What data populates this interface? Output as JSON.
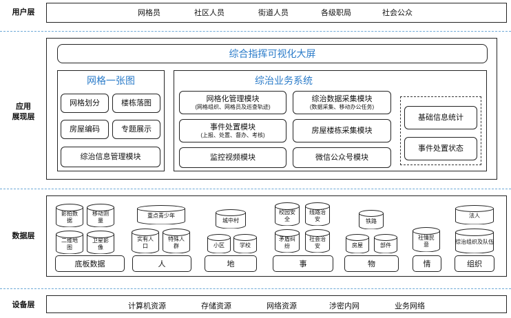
{
  "layers": {
    "user": "用户层",
    "app": [
      "应用",
      "展现层"
    ],
    "data": "数据层",
    "device": "设备层"
  },
  "user_layer": {
    "items": [
      "网格员",
      "社区人员",
      "街道人员",
      "各级职局",
      "社会公众"
    ]
  },
  "app_layer": {
    "dashboard": "综合指挥可视化大屏",
    "grid_map": {
      "title": "网格一张图",
      "items": [
        "网格划分",
        "楼栋落图",
        "房屋编码",
        "专题展示",
        "综治信息管理模块"
      ]
    },
    "biz_system": {
      "title": "综治业务系统",
      "modules": [
        {
          "title": "网格化管理模块",
          "sub": "(网格组织、网格员及巡查轨迹)"
        },
        {
          "title": "综治数据采集模块",
          "sub": "(数据采集、移动办公任务)"
        },
        {
          "title": "事件处置模块",
          "sub": "(上报、处置、督办、考核)"
        },
        {
          "title": "房屋楼栋采集模块",
          "sub": ""
        },
        {
          "title": "监控视频模块",
          "sub": ""
        },
        {
          "title": "微信公众号模块",
          "sub": ""
        }
      ],
      "stats": [
        "基础信息统计",
        "事件处置状态"
      ]
    }
  },
  "data_layer": {
    "base": {
      "cylinders": [
        "影拍数据",
        "移动测量",
        "二维地图",
        "卫星影像"
      ],
      "label": "底板数据"
    },
    "people": {
      "cylinders": [
        "重点青少年",
        "实有人口",
        "特殊人群"
      ],
      "label": "人"
    },
    "place": {
      "cylinders": [
        "城中村",
        "小区",
        "学校"
      ],
      "label": "地"
    },
    "event": {
      "cylinders": [
        "校园安全",
        "线路治安",
        "矛盾纠纷",
        "社会治安"
      ],
      "label": "事"
    },
    "thing": {
      "cylinders": [
        "铁路",
        "房屋",
        "部件"
      ],
      "label": "物"
    },
    "emotion": {
      "cylinders": [
        "社情民意"
      ],
      "label": "情"
    },
    "org": {
      "cylinders": [
        "法人",
        "综治组织及队伍"
      ],
      "label": "组织"
    }
  },
  "device_layer": {
    "items": [
      "计算机资源",
      "存储资源",
      "网络资源",
      "涉密内网",
      "业务网络"
    ]
  },
  "colors": {
    "accent": "#2a7bc9",
    "separator": "#6aa7d6"
  }
}
